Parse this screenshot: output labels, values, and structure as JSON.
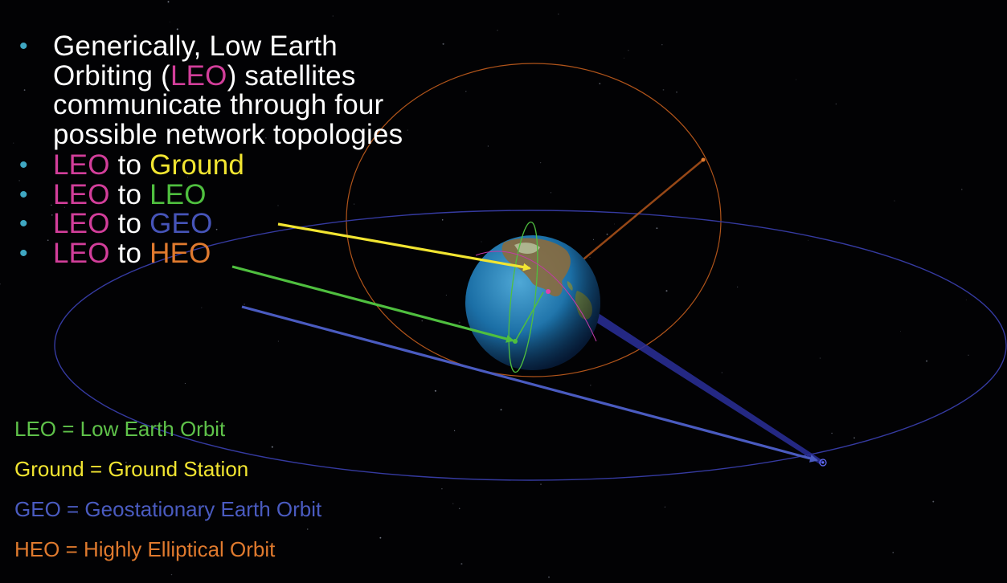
{
  "intro": {
    "text_before": "Generically, Low Earth Orbiting (",
    "highlight": "LEO",
    "text_after": ") satellites communicate through four possible network topologies"
  },
  "topologies": [
    {
      "from": "LEO",
      "connector": " to ",
      "to": "Ground",
      "to_color": "#f2e531"
    },
    {
      "from": "LEO",
      "connector": " to ",
      "to": "LEO",
      "to_color": "#4fbf3f"
    },
    {
      "from": "LEO",
      "connector": " to ",
      "to": "GEO",
      "to_color": "#4654b8"
    },
    {
      "from": "LEO",
      "connector": " to ",
      "to": "HEO",
      "to_color": "#e07a2e"
    }
  ],
  "legend": [
    {
      "text": "LEO = Low Earth Orbit",
      "color": "#5fc24a"
    },
    {
      "text": "Ground = Ground Station",
      "color": "#f2e531"
    },
    {
      "text": "GEO = Geostationary Earth Orbit",
      "color": "#4a5bc0"
    },
    {
      "text": "HEO = Highly Elliptical Orbit",
      "color": "#e07a2e"
    }
  ],
  "colors": {
    "leo_magenta": "#d23e9a",
    "bullet": "#3fa7c2",
    "space": "#020204",
    "arrow_ground": "#f2e531",
    "arrow_leo": "#4fbf3f",
    "arrow_geo": "#4a5bc0",
    "heo_orbit": "#b0541a",
    "geo_orbit": "#353aa0",
    "leo_orbit": "#4fbf3f",
    "earth_ocean": "#1b6fa6",
    "earth_land": "#8a6b3e"
  },
  "icons": {
    "bullet": "bullet-dot",
    "earth": "earth-globe-icon",
    "satellite": "satellite-marker-icon"
  }
}
